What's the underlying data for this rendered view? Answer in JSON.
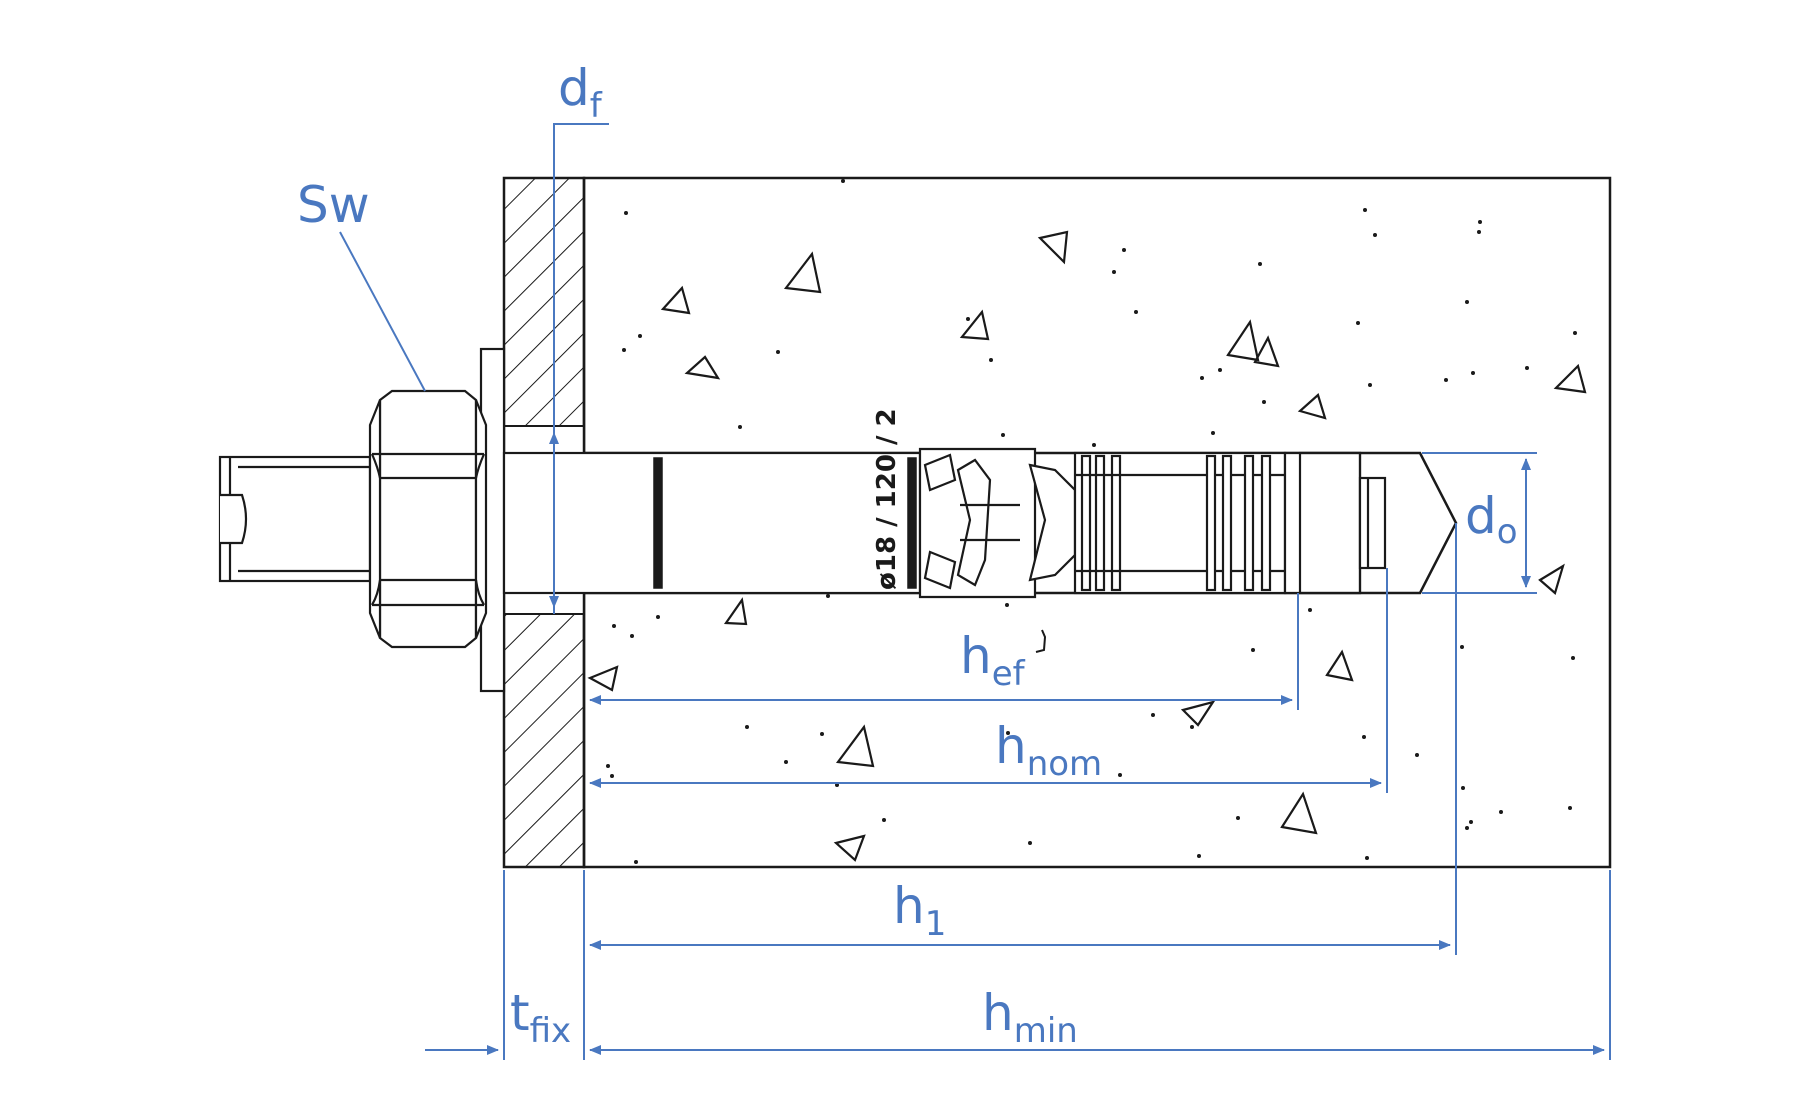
{
  "colors": {
    "dimension": "#4a78c0",
    "line": "#1a1a1a",
    "background": "#ffffff"
  },
  "labels": {
    "sw": "Sw",
    "df": {
      "main": "d",
      "sub": "f"
    },
    "do": {
      "main": "d",
      "sub": "o"
    },
    "hef": {
      "main": "h",
      "sub": "ef"
    },
    "hnom": {
      "main": "h",
      "sub": "nom"
    },
    "h1": {
      "main": "h",
      "sub": "1"
    },
    "hmin": {
      "main": "h",
      "sub": "min"
    },
    "tfix": {
      "main": "t",
      "sub": "fix"
    }
  },
  "engraving": "ø18 / 120 / 2"
}
